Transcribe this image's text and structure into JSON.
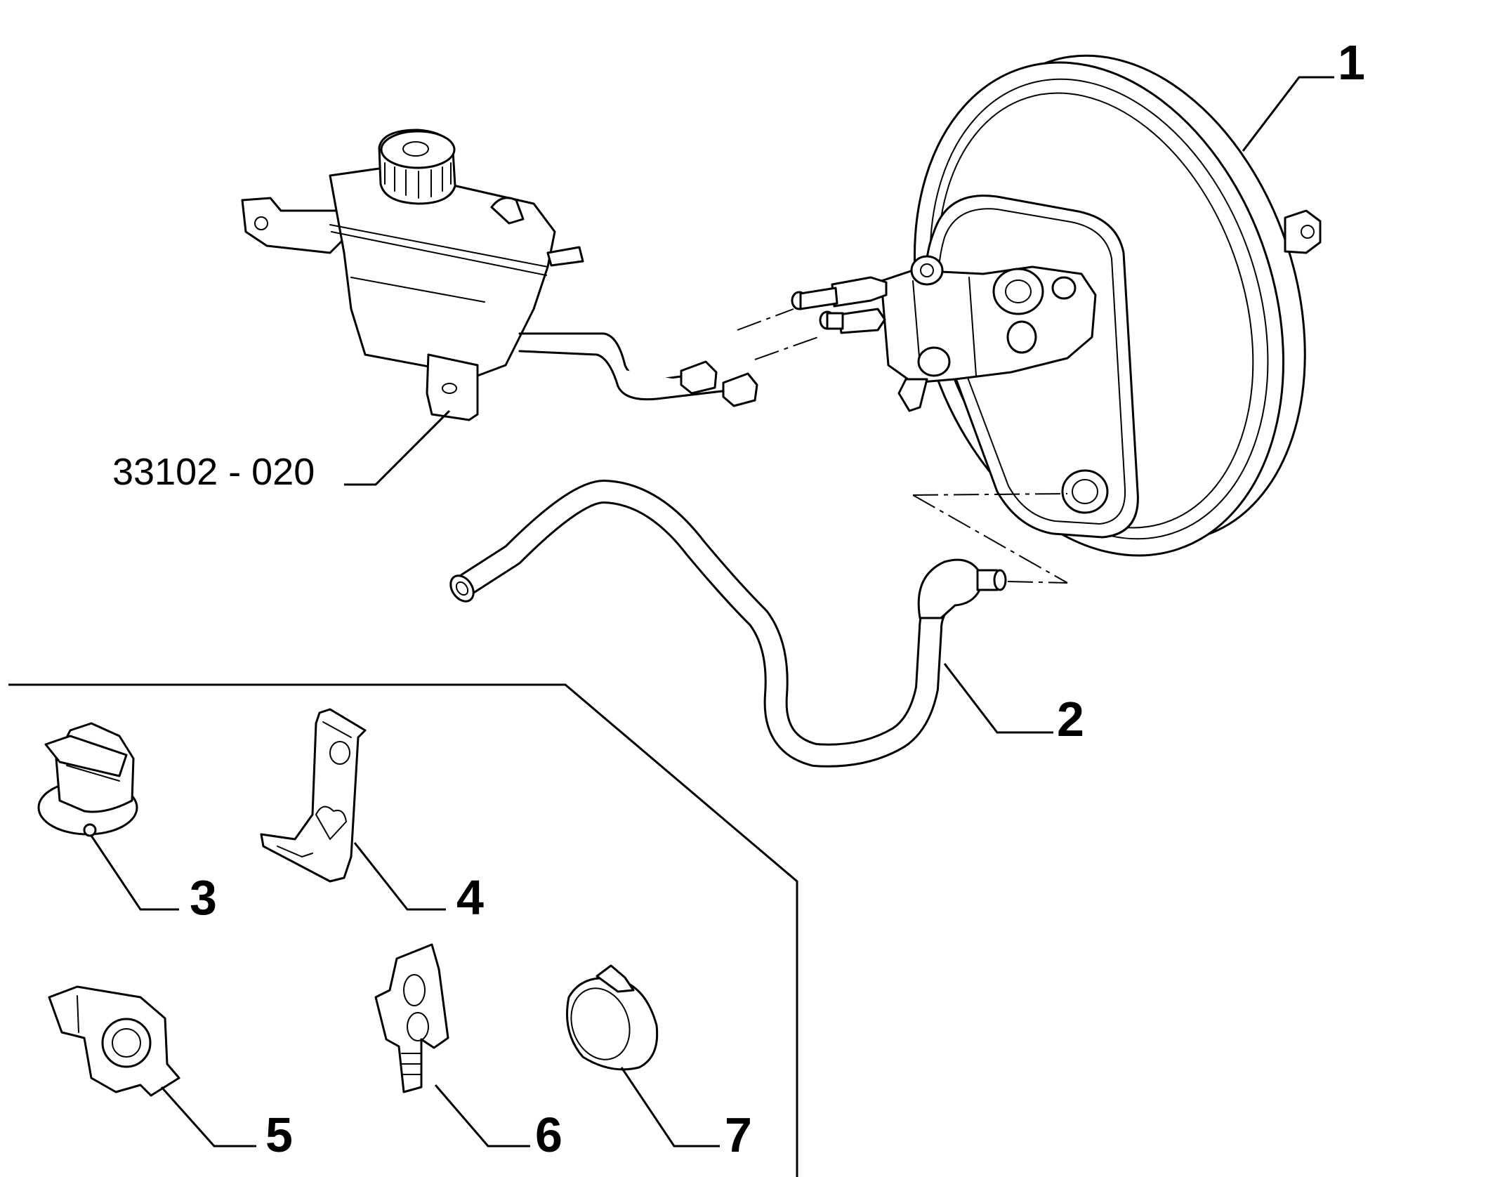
{
  "diagram": {
    "reference_label": "33102 - 020",
    "callouts": [
      {
        "id": "1",
        "label": "1"
      },
      {
        "id": "2",
        "label": "2"
      },
      {
        "id": "3",
        "label": "3"
      },
      {
        "id": "4",
        "label": "4"
      },
      {
        "id": "5",
        "label": "5"
      },
      {
        "id": "6",
        "label": "6"
      },
      {
        "id": "7",
        "label": "7"
      }
    ],
    "colors": {
      "line": "#000000",
      "background": "#ffffff"
    }
  }
}
